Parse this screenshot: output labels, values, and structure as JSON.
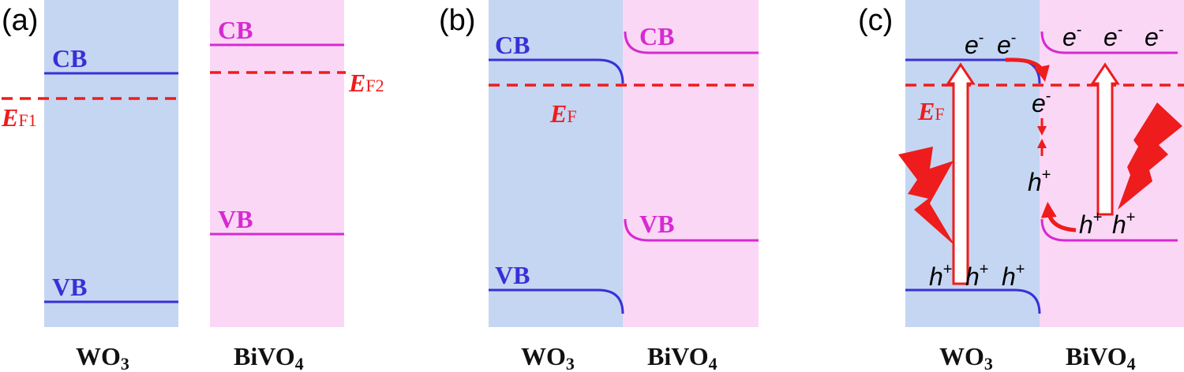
{
  "colors": {
    "wo3_bg": "#c4d6f2",
    "bivo4_bg": "#fbd7f6",
    "wo3_band": "#3a2fd6",
    "bivo4_band": "#d62ad0",
    "fermi": "#ee1c1c",
    "arrow": "#ee1c1c"
  },
  "panels": {
    "a": {
      "label": "(a)",
      "cb_wo3": "CB",
      "vb_wo3": "VB",
      "cb_bivo4": "CB",
      "vb_bivo4": "VB",
      "ef1_main": "E",
      "ef1_sub": "F1",
      "ef2_main": "E",
      "ef2_sub": "F2",
      "wo3": "WO",
      "wo3_sub": "3",
      "bivo4": "BiVO",
      "bivo4_sub": "4"
    },
    "b": {
      "label": "(b)",
      "cb_wo3": "CB",
      "vb_wo3": "VB",
      "cb_bivo4": "CB",
      "vb_bivo4": "VB",
      "ef_main": "E",
      "ef_sub": "F",
      "wo3": "WO",
      "wo3_sub": "3",
      "bivo4": "BiVO",
      "bivo4_sub": "4"
    },
    "c": {
      "label": "(c)",
      "ef_main": "E",
      "ef_sub": "F",
      "e": "e",
      "e_sup": "-",
      "h": "h",
      "h_sup": "+",
      "wo3": "WO",
      "wo3_sub": "3",
      "bivo4": "BiVO",
      "bivo4_sub": "4"
    }
  },
  "icons": [
    "lightning-bolt-icon",
    "excitation-arrow-icon",
    "transfer-arrow-icon"
  ]
}
